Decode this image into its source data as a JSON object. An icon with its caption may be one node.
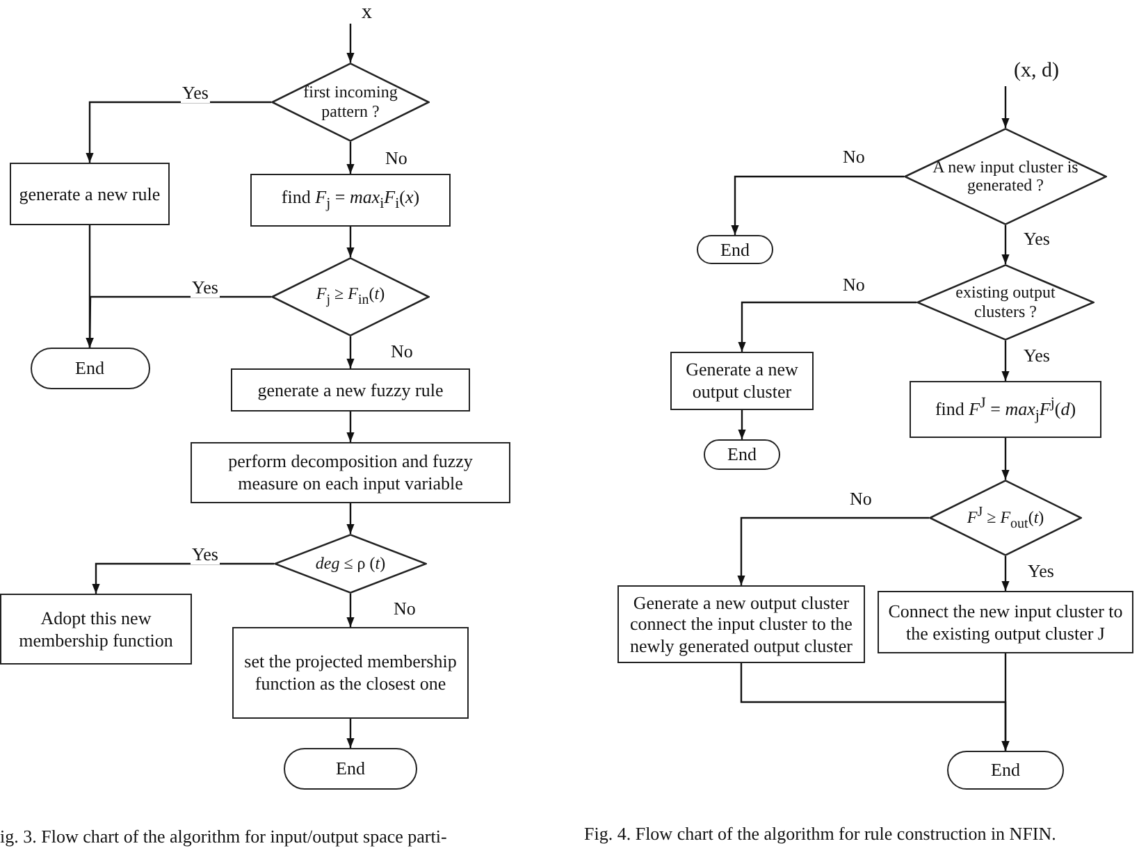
{
  "diagram": {
    "nodes": [
      {
        "text": [
          "x"
        ]
      },
      {
        "text": [
          "first incoming pattern ?"
        ]
      },
      {
        "text": [
          "generate a new rule"
        ]
      },
      {
        "text": [
          "find *F*$_{j}$ = *max*$_{i}$*F*$_{i}$(*x*)"
        ]
      },
      {
        "text": [
          "*F*$_{j}$ ≥ *F*$_{in}$(*t*)"
        ]
      },
      {
        "text": [
          "End"
        ]
      },
      {
        "text": [
          "generate a new fuzzy rule"
        ]
      },
      {
        "text": [
          "perform decomposition and fuzzy measure on each input variable"
        ]
      },
      {
        "text": [
          "*deg* ≤ ρ (*t*)"
        ]
      },
      {
        "text": [
          "Adopt this new membership function"
        ]
      },
      {
        "text": [
          "set the projected membership function as the closest one"
        ]
      },
      {
        "text": [
          "End"
        ]
      },
      {
        "text": [
          "(x, d)"
        ]
      },
      {
        "text": [
          "A new input cluster is generated ?"
        ]
      },
      {
        "text": [
          "End"
        ]
      },
      {
        "text": [
          "existing output clusters ?"
        ]
      },
      {
        "text": [
          "Generate a new output cluster"
        ]
      },
      {
        "text": [
          "End"
        ]
      },
      {
        "text": [
          "find *F*$^{J}$ = *max*$_{j}$*F*$^{j}$(*d*)"
        ]
      },
      {
        "text": [
          "*F*$^{J}$ ≥ *F*$_{out}$(*t*)"
        ]
      },
      {
        "text": [
          "Generate a new output cluster connect the input cluster to the newly generated output cluster"
        ]
      },
      {
        "text": [
          "Connect the new input cluster to the existing output cluster J"
        ]
      },
      {
        "text": [
          "End"
        ]
      }
    ],
    "edges": [
      {
        "from": 0,
        "to": 1,
        "arrow": "to"
      },
      {
        "from": 1,
        "to": 2,
        "arrow": "to",
        "label": "Yes"
      },
      {
        "from": 1,
        "to": 3,
        "arrow": "to",
        "label": "No"
      },
      {
        "from": 2,
        "to": 5,
        "arrow": "to"
      },
      {
        "from": 3,
        "to": 4,
        "arrow": "to"
      },
      {
        "from": 4,
        "to": 5,
        "arrow": "to",
        "label": "Yes"
      },
      {
        "from": 4,
        "to": 6,
        "arrow": "to",
        "label": "No"
      },
      {
        "from": 6,
        "to": 7,
        "arrow": "to"
      },
      {
        "from": 7,
        "to": 8,
        "arrow": "to"
      },
      {
        "from": 8,
        "to": 9,
        "arrow": "to",
        "label": "Yes"
      },
      {
        "from": 8,
        "to": 10,
        "arrow": "to",
        "label": "No"
      },
      {
        "from": 10,
        "to": 11,
        "arrow": "to"
      },
      {
        "from": 12,
        "to": 13,
        "arrow": "to"
      },
      {
        "from": 13,
        "to": 14,
        "arrow": "to",
        "label": "No"
      },
      {
        "from": 13,
        "to": 15,
        "arrow": "to",
        "label": "Yes"
      },
      {
        "from": 15,
        "to": 16,
        "arrow": "to",
        "label": "No"
      },
      {
        "from": 15,
        "to": 18,
        "arrow": "to",
        "label": "Yes"
      },
      {
        "from": 16,
        "to": 17,
        "arrow": "to"
      },
      {
        "from": 18,
        "to": 19,
        "arrow": "to"
      },
      {
        "from": 19,
        "to": 20,
        "arrow": "to",
        "label": "No"
      },
      {
        "from": 19,
        "to": 21,
        "arrow": "to",
        "label": "Yes"
      },
      {
        "from": 20,
        "to": 22,
        "arrow": "to"
      },
      {
        "from": 21,
        "to": 22,
        "arrow": "to"
      }
    ],
    "labels": [
      "ig. 3. Flow chart of the algorithm for input/output space parti-",
      "Fig. 4. Flow chart of the algorithm for rule construction in NFIN."
    ]
  }
}
